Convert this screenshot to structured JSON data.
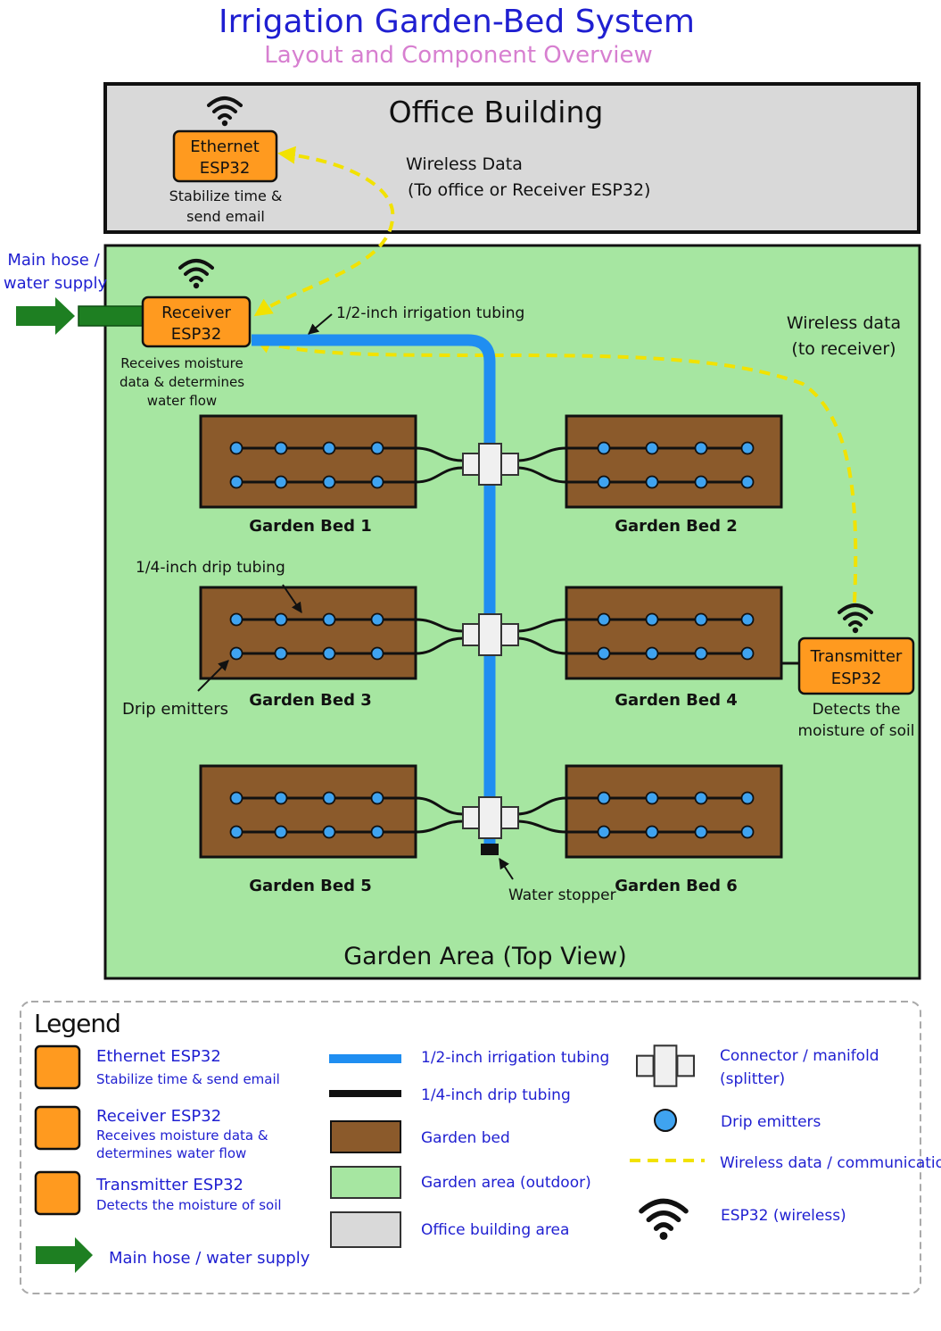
{
  "title": "Irrigation Garden-Bed System",
  "subtitle": "Layout and Component Overview",
  "colors": {
    "title": "#1f1fd1",
    "subtitle": "#d77fd0",
    "office_fill": "#d9d9d9",
    "garden_fill": "#a6e6a1",
    "esp32_fill": "#ff9a1f",
    "bed_fill": "#8b5a2b",
    "tubing_main": "#1f8ef1",
    "tubing_drip": "#111111",
    "emitter": "#3fa3f0",
    "wireless": "#f2e200",
    "hose": "#1e7f22",
    "legend_text": "#1f1fd1"
  },
  "office": {
    "label": "Office Building",
    "device_line1": "Ethernet",
    "device_line2": "ESP32",
    "desc_line1": "Stabilize time &",
    "desc_line2": "send email",
    "wireless_line1": "Wireless Data",
    "wireless_line2": "(To office or Receiver ESP32)"
  },
  "garden": {
    "label": "Garden Area (Top View)",
    "main_hose_line1": "Main hose /",
    "main_hose_line2": "water supply",
    "receiver_line1": "Receiver",
    "receiver_line2": "ESP32",
    "receiver_desc_line1": "Receives moisture",
    "receiver_desc_line2": "data & determines",
    "receiver_desc_line3": "water flow",
    "tubing_half_label": "1/2-inch irrigation tubing",
    "wireless_line1": "Wireless data",
    "wireless_line2": "(to receiver)",
    "drip_tubing_label": "1/4-inch drip tubing",
    "drip_emitters_label": "Drip emitters",
    "transmitter_line1": "Transmitter",
    "transmitter_line2": "ESP32",
    "transmitter_desc_line1": "Detects the",
    "transmitter_desc_line2": "moisture of soil",
    "water_stopper_label": "Water stopper",
    "beds": [
      "Garden Bed 1",
      "Garden Bed 2",
      "Garden Bed 3",
      "Garden Bed 4",
      "Garden Bed 5",
      "Garden Bed 6"
    ]
  },
  "legend": {
    "title": "Legend",
    "ethernet_title": "Ethernet ESP32",
    "ethernet_desc": "Stabilize time & send email",
    "receiver_title": "Receiver ESP32",
    "receiver_desc_line1": "Receives moisture data &",
    "receiver_desc_line2": "determines water flow",
    "transmitter_title": "Transmitter ESP32",
    "transmitter_desc": "Detects the moisture of soil",
    "main_hose": "Main hose / water supply",
    "tubing_half": "1/2-inch irrigation tubing",
    "tubing_quarter": "1/4-inch drip tubing",
    "garden_bed": "Garden bed",
    "garden_area": "Garden area (outdoor)",
    "office_area": "Office building area",
    "connector_line1": "Connector / manifold",
    "connector_line2": "(splitter)",
    "drip_emitters": "Drip emitters",
    "wireless": "Wireless data / communication",
    "esp32_wireless": "ESP32 (wireless)"
  }
}
